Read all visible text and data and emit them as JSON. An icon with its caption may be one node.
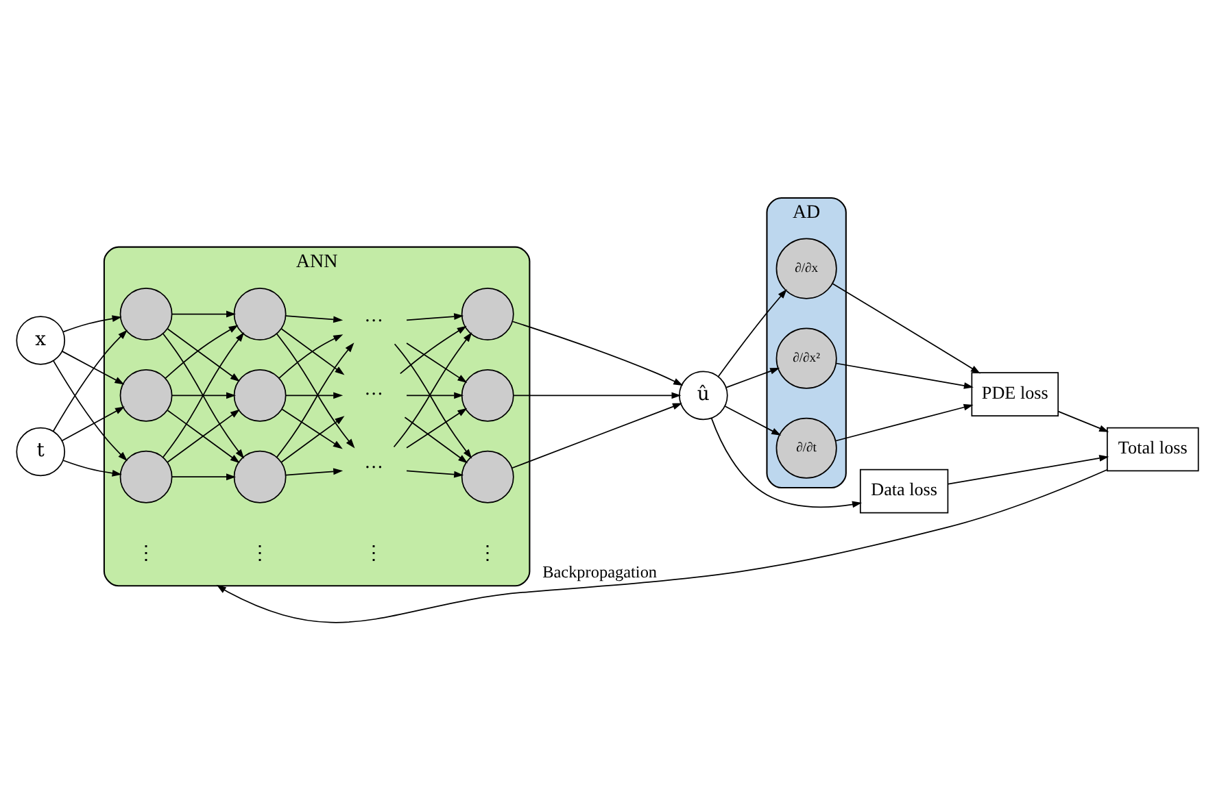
{
  "diagram": {
    "nodes": [
      {
        "text": [
          "x"
        ]
      },
      {
        "text": [
          "t"
        ]
      },
      {
        "text": [
          "ANN"
        ]
      },
      {
        "text": [],
        "shape": "circle",
        "in": 2
      },
      {
        "text": [],
        "shape": "circle",
        "in": 2
      },
      {
        "text": [],
        "shape": "circle",
        "in": 2
      },
      {
        "text": [],
        "shape": "circle",
        "in": 2
      },
      {
        "text": [],
        "shape": "circle",
        "in": 2
      },
      {
        "text": [],
        "shape": "circle",
        "in": 2
      },
      {
        "text": [
          "···"
        ],
        "in": 2
      },
      {
        "text": [
          "···"
        ],
        "in": 2
      },
      {
        "text": [
          "···"
        ],
        "in": 2
      },
      {
        "text": [],
        "shape": "circle",
        "in": 2
      },
      {
        "text": [],
        "shape": "circle",
        "in": 2
      },
      {
        "text": [],
        "shape": "circle",
        "in": 2
      },
      {
        "text": [
          "û"
        ]
      },
      {
        "text": [
          "AD"
        ]
      },
      {
        "text": [
          "∂/∂t"
        ],
        "in": 16
      },
      {
        "text": [
          "∂/∂x"
        ],
        "in": 16
      },
      {
        "text": [
          "∂/∂x²"
        ],
        "in": 16
      },
      {
        "text": [
          "PDE loss"
        ]
      },
      {
        "text": [
          "Data loss"
        ]
      },
      {
        "text": [
          "Total loss"
        ]
      }
    ],
    "edges": [
      {
        "from": 0,
        "to": 3,
        "arrow": "to"
      },
      {
        "from": 0,
        "to": 4,
        "arrow": "to"
      },
      {
        "from": 0,
        "to": 5,
        "arrow": "to"
      },
      {
        "from": 1,
        "to": 3,
        "arrow": "to"
      },
      {
        "from": 1,
        "to": 4,
        "arrow": "to"
      },
      {
        "from": 1,
        "to": 5,
        "arrow": "to"
      },
      {
        "from": 3,
        "to": 6,
        "arrow": "to"
      },
      {
        "from": 3,
        "to": 7,
        "arrow": "to"
      },
      {
        "from": 3,
        "to": 8,
        "arrow": "to"
      },
      {
        "from": 4,
        "to": 6,
        "arrow": "to"
      },
      {
        "from": 4,
        "to": 7,
        "arrow": "to"
      },
      {
        "from": 4,
        "to": 8,
        "arrow": "to"
      },
      {
        "from": 5,
        "to": 6,
        "arrow": "to"
      },
      {
        "from": 5,
        "to": 7,
        "arrow": "to"
      },
      {
        "from": 5,
        "to": 8,
        "arrow": "to"
      },
      {
        "from": 6,
        "to": 9,
        "arrow": "to"
      },
      {
        "from": 6,
        "to": 10,
        "arrow": "to"
      },
      {
        "from": 6,
        "to": 11,
        "arrow": "to"
      },
      {
        "from": 7,
        "to": 9,
        "arrow": "to"
      },
      {
        "from": 7,
        "to": 10,
        "arrow": "to"
      },
      {
        "from": 7,
        "to": 11,
        "arrow": "to"
      },
      {
        "from": 8,
        "to": 9,
        "arrow": "to"
      },
      {
        "from": 8,
        "to": 10,
        "arrow": "to"
      },
      {
        "from": 8,
        "to": 11,
        "arrow": "to"
      },
      {
        "from": 9,
        "to": 12,
        "arrow": "to"
      },
      {
        "from": 9,
        "to": 13,
        "arrow": "to"
      },
      {
        "from": 9,
        "to": 14,
        "arrow": "to"
      },
      {
        "from": 10,
        "to": 12,
        "arrow": "to"
      },
      {
        "from": 10,
        "to": 13,
        "arrow": "to"
      },
      {
        "from": 10,
        "to": 14,
        "arrow": "to"
      },
      {
        "from": 11,
        "to": 12,
        "arrow": "to"
      },
      {
        "from": 11,
        "to": 13,
        "arrow": "to"
      },
      {
        "from": 11,
        "to": 14,
        "arrow": "to"
      },
      {
        "from": 12,
        "to": 15,
        "arrow": "to"
      },
      {
        "from": 13,
        "to": 15,
        "arrow": "to"
      },
      {
        "from": 14,
        "to": 15,
        "arrow": "to"
      },
      {
        "from": 15,
        "to": 17,
        "arrow": "to"
      },
      {
        "from": 15,
        "to": 18,
        "arrow": "to"
      },
      {
        "from": 15,
        "to": 19,
        "arrow": "to"
      },
      {
        "from": 17,
        "to": 20,
        "arrow": "to"
      },
      {
        "from": 18,
        "to": 20,
        "arrow": "to"
      },
      {
        "from": 19,
        "to": 20,
        "arrow": "to"
      },
      {
        "from": 15,
        "to": 21,
        "arrow": "to"
      },
      {
        "from": 21,
        "to": 22,
        "arrow": "to"
      },
      {
        "from": 20,
        "to": 22,
        "arrow": "to"
      },
      {
        "from": 22,
        "to": 2,
        "arrow": "to",
        "label": "Backpropagation"
      }
    ],
    "labels": [
      "⋮",
      "⋮",
      "⋮",
      "⋮"
    ]
  }
}
